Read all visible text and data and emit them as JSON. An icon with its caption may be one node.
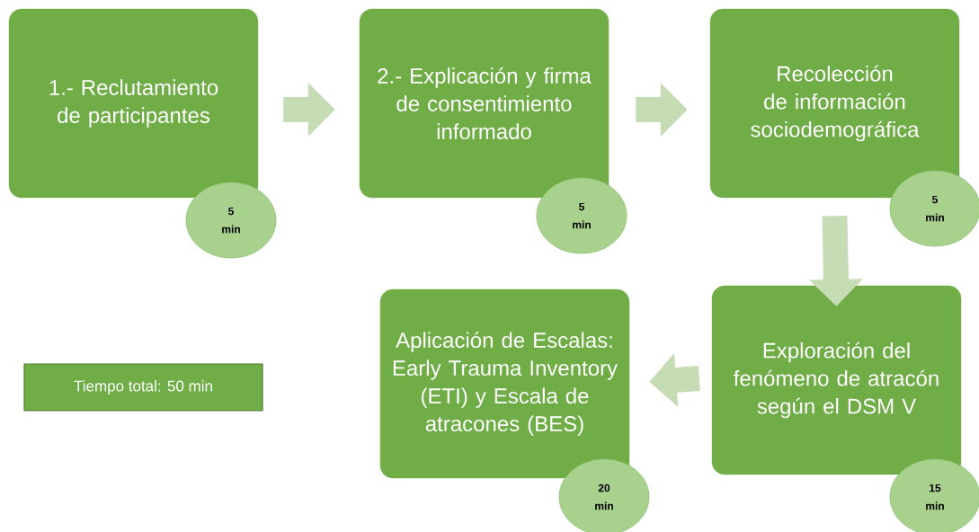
{
  "diagram": {
    "nodes": [
      {
        "text": [
          "1.- Reclutamiento de participantes"
        ]
      },
      {
        "text": [
          "5 min"
        ]
      },
      {
        "text": [
          "2.- Explicación y firma de consentimiento informado"
        ]
      },
      {
        "text": [
          "5 min"
        ]
      },
      {
        "text": [
          "Recolección de información sociodemográfica"
        ]
      },
      {
        "text": [
          "5 min"
        ]
      },
      {
        "text": [
          "Exploración del fenómeno de atracón según el DSM V"
        ]
      },
      {
        "text": [
          "15 min"
        ]
      },
      {
        "text": [
          "Aplicación de Escalas: Early Trauma Inventory (ETI) y Escala de atracones (BES)"
        ]
      },
      {
        "text": [
          "20 min"
        ]
      },
      {
        "text": [
          "Tiempo total: 50 min"
        ]
      }
    ],
    "edges": [
      {
        "from": 0,
        "to": 2,
        "arrow": "to"
      },
      {
        "from": 2,
        "to": 4,
        "arrow": "to"
      },
      {
        "from": 4,
        "to": 6,
        "arrow": "to"
      },
      {
        "from": 6,
        "to": 8,
        "arrow": "to"
      }
    ]
  }
}
